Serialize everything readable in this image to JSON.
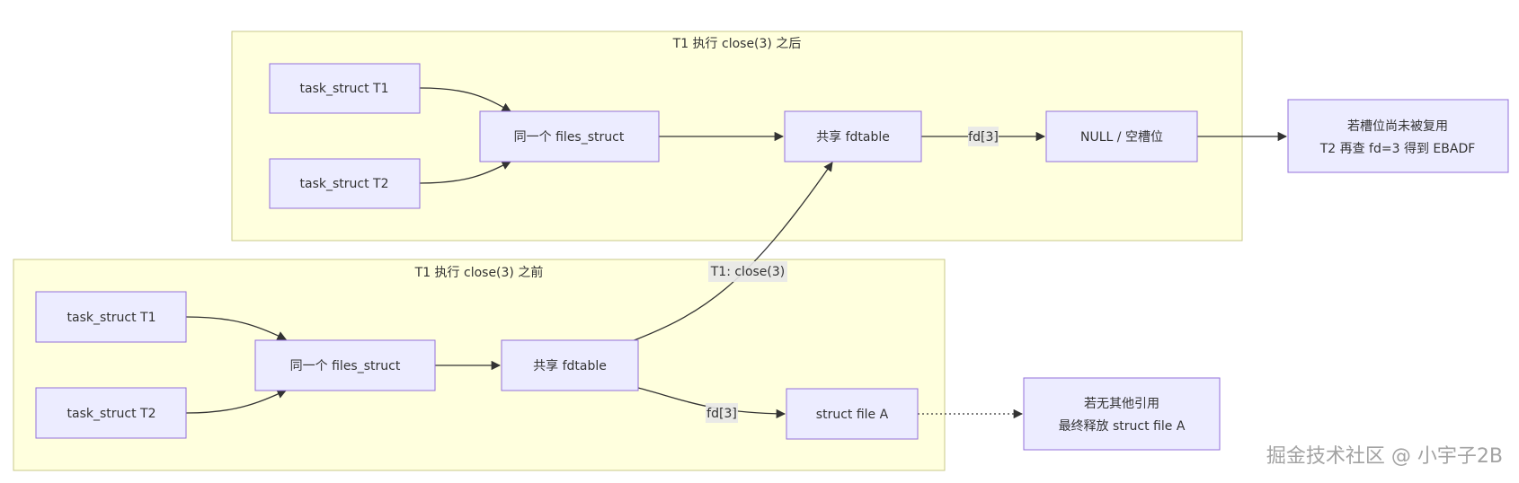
{
  "clusters": {
    "after": {
      "title": "T1 执行 close(3) 之后"
    },
    "before": {
      "title": "T1 执行 close(3) 之前"
    }
  },
  "nodes": {
    "after_t1": "task_struct T1",
    "after_t2": "task_struct T2",
    "after_files": "同一个 files_struct",
    "after_fdtable": "共享 fdtable",
    "after_null": "NULL / 空槽位",
    "reuse_note": [
      "若槽位尚未被复用",
      "T2 再查 fd=3 得到 EBADF"
    ],
    "before_t1": "task_struct T1",
    "before_t2": "task_struct T2",
    "before_files": "同一个 files_struct",
    "before_fdtable": "共享 fdtable",
    "file_a": "struct file A",
    "release_note": [
      "若无其他引用",
      "最终释放 struct file A"
    ]
  },
  "edge_labels": {
    "after_fd3": "fd[3]",
    "close_call": "T1: close(3)",
    "before_fd3": "fd[3]"
  },
  "watermark": "掘金技术社区 @ 小宇子2B",
  "colors": {
    "cluster_fill": "#ffffde",
    "cluster_border": "#c9c98a",
    "node_fill": "#ececff",
    "node_border": "#9370db",
    "edge": "#333333"
  }
}
